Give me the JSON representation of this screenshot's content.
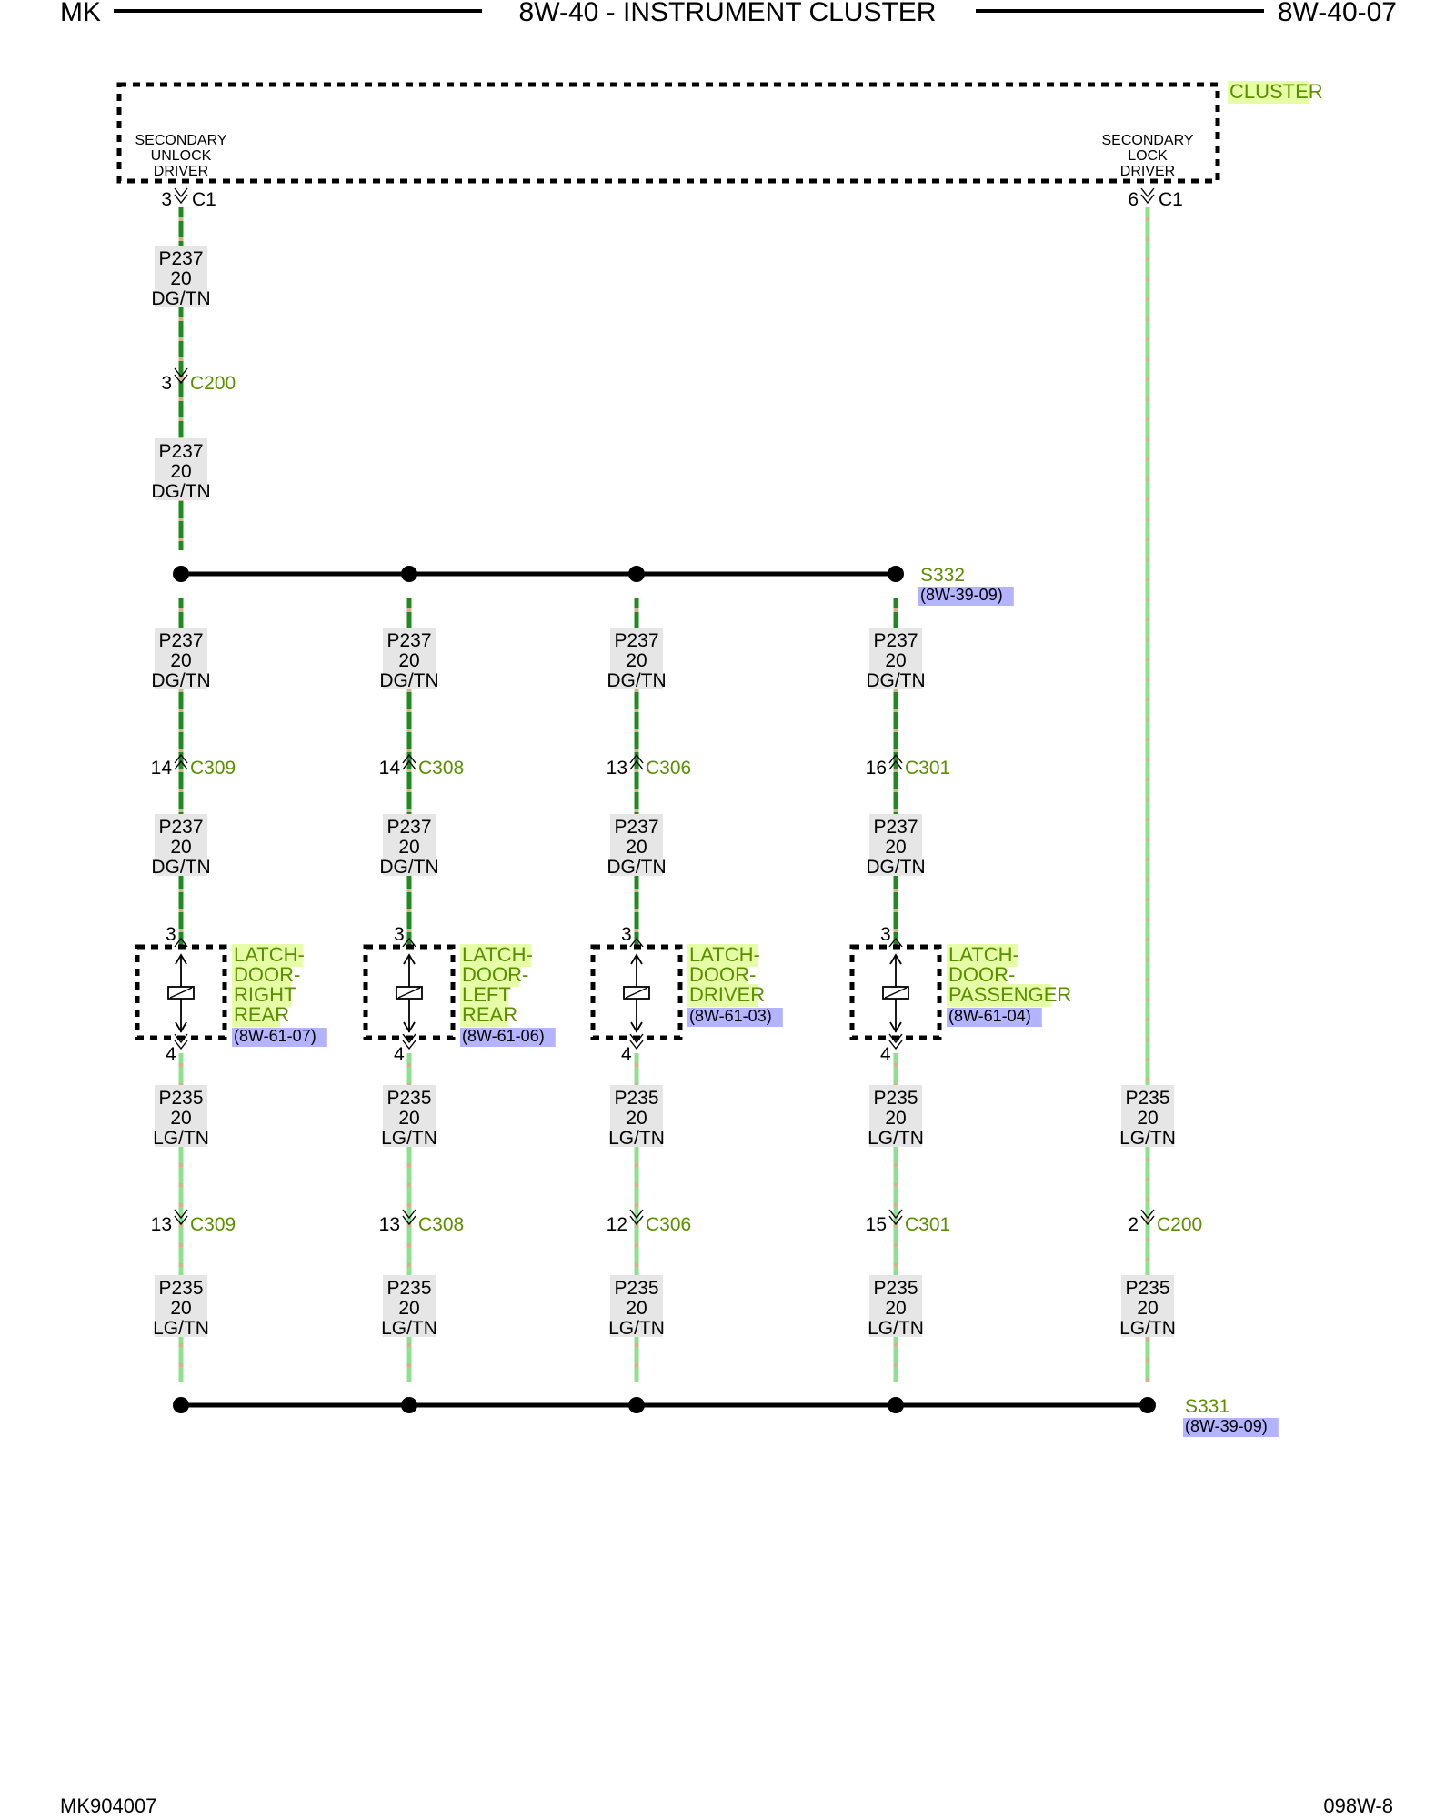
{
  "header": {
    "left": "MK",
    "center": "8W-40 - INSTRUMENT CLUSTER",
    "right": "8W-40-07"
  },
  "footer": {
    "left": "MK904007",
    "right": "098W-8"
  },
  "cluster": {
    "label": "CLUSTER",
    "unlock_driver": [
      "SECONDARY",
      "UNLOCK",
      "DRIVER"
    ],
    "lock_driver": [
      "SECONDARY",
      "LOCK",
      "DRIVER"
    ],
    "unlock_pin": "3",
    "unlock_conn": "C1",
    "lock_pin": "6",
    "lock_conn": "C1"
  },
  "wire_dg": {
    "circuit": "P237",
    "gauge": "20",
    "color": "DG/TN"
  },
  "wire_lg": {
    "circuit": "P235",
    "gauge": "20",
    "color": "LG/TN"
  },
  "c200_top": {
    "pin": "3",
    "name": "C200"
  },
  "c200_lock": {
    "pin": "2",
    "name": "C200"
  },
  "splice_top": {
    "name": "S332",
    "ref": "(8W-39-09)"
  },
  "splice_bottom": {
    "name": "S331",
    "ref": "(8W-39-09)"
  },
  "latch_pins": {
    "top": "3",
    "bottom": "4"
  },
  "branches": [
    {
      "conn": "C309",
      "pin_in": "14",
      "pin_out": "13",
      "comp": [
        "LATCH-",
        "DOOR-",
        "RIGHT",
        "REAR"
      ],
      "ref": "(8W-61-07)"
    },
    {
      "conn": "C308",
      "pin_in": "14",
      "pin_out": "13",
      "comp": [
        "LATCH-",
        "DOOR-",
        "LEFT",
        "REAR"
      ],
      "ref": "(8W-61-06)"
    },
    {
      "conn": "C306",
      "pin_in": "13",
      "pin_out": "12",
      "comp": [
        "LATCH-",
        "DOOR-",
        "DRIVER"
      ],
      "ref": "(8W-61-03)"
    },
    {
      "conn": "C301",
      "pin_in": "16",
      "pin_out": "15",
      "comp": [
        "LATCH-",
        "DOOR-",
        "PASSENGER"
      ],
      "ref": "(8W-61-04)"
    }
  ],
  "colors": {
    "dg_wire": "#1f8a1f",
    "lg_wire": "#8fe08f",
    "tracer": "#d2b48c",
    "label_green": "#5a8f00",
    "comp_bg": "#e6ffa6",
    "ref_bg": "#b3b3ff",
    "wire_label_bg": "#e6e6e6"
  }
}
